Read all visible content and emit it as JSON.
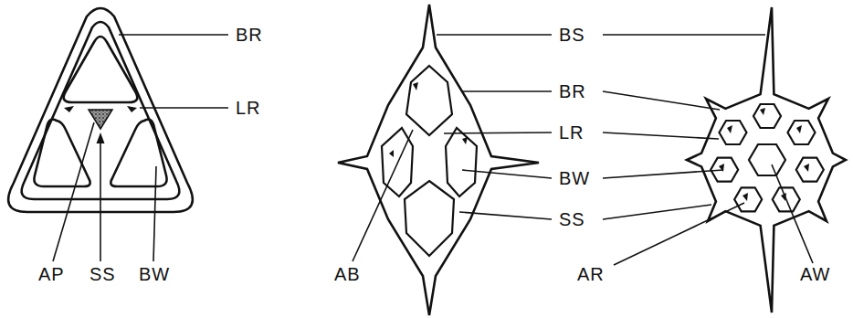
{
  "diagram": {
    "labels": [
      "BR",
      "LR",
      "AP",
      "SS",
      "BW",
      "BS",
      "BR",
      "LR",
      "BW",
      "SS",
      "AB",
      "AR",
      "AW"
    ]
  }
}
